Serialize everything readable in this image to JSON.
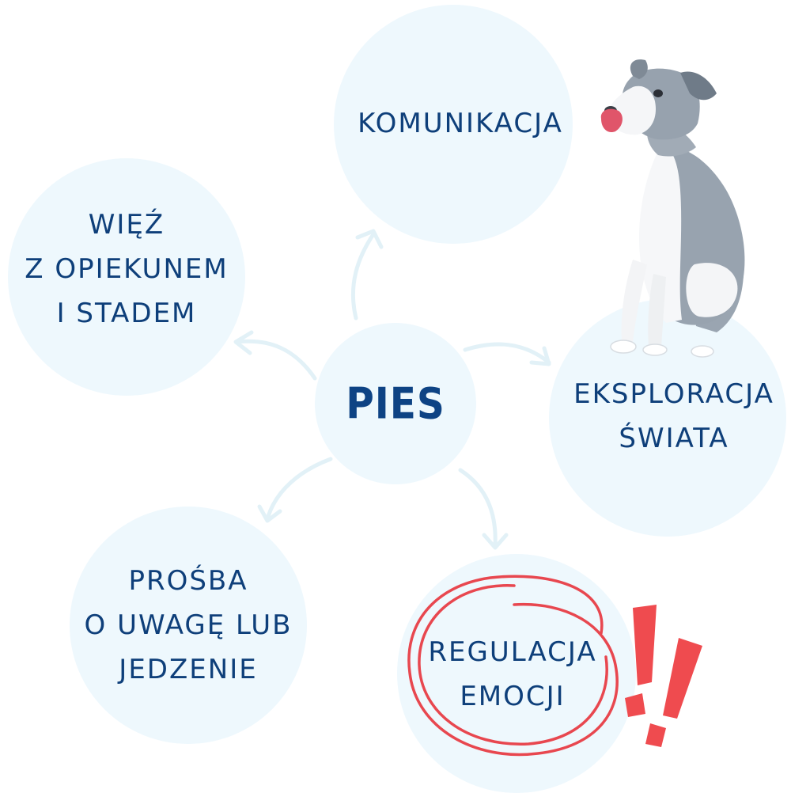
{
  "center": {
    "label": "PIES"
  },
  "nodes": {
    "komunikacja": {
      "lines": [
        "KOMUNIKACJA"
      ]
    },
    "wiez": {
      "lines": [
        "WIĘŹ",
        "Z OPIEKUNEM",
        "I STADEM"
      ]
    },
    "eksploracja": {
      "lines": [
        "EKSPLORACJA",
        "ŚWIATA"
      ]
    },
    "prosba": {
      "lines": [
        "PROŚBA",
        "O UWAGĘ LUB",
        "JEDZENIE"
      ]
    },
    "regulacja": {
      "lines": [
        "REGULACJA",
        "EMOCJI"
      ]
    }
  },
  "colors": {
    "bubble": "#eef8fd",
    "text": "#0e3f7a",
    "center_text": "#0e4384",
    "arrow": "#e2f1f7",
    "highlight": "#e8474f"
  },
  "icons": {
    "dog": "dog-illustration",
    "emphasis": "double-exclamation-icon"
  }
}
